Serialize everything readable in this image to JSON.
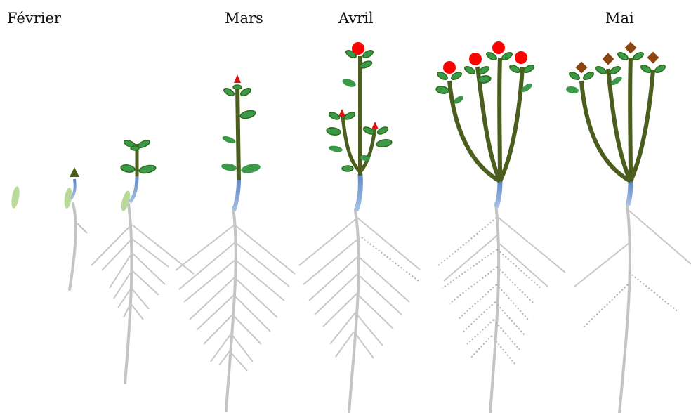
{
  "months": [
    "Février",
    "Mars",
    "Avril",
    "Mai"
  ],
  "colors": {
    "stem": "#4b5e1e",
    "leaf": "#3a9a4a",
    "leaf_outline": "#2f6b17",
    "seed": "#b9d99a",
    "hypocotyl": "#6f95cc",
    "root": "#c4c4c4",
    "flower_bud": "#e01010",
    "flower": "#ff0000",
    "fruit": "#8b4513",
    "arrow": "#4b5e1e"
  },
  "stages": [
    {
      "name": "seed"
    },
    {
      "name": "germination"
    },
    {
      "name": "seedling"
    },
    {
      "name": "vegetative"
    },
    {
      "name": "branching-bud"
    },
    {
      "name": "flowering"
    },
    {
      "name": "fruiting"
    }
  ]
}
